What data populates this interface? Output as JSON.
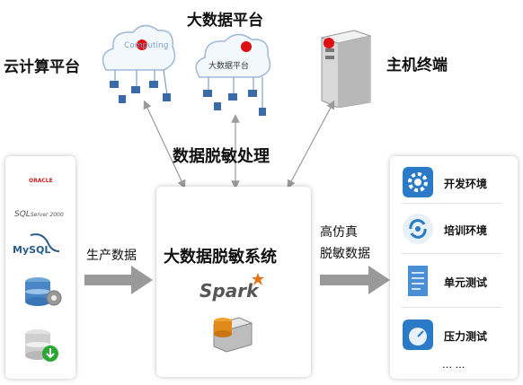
{
  "labels": {
    "cloud_platform": "云计算平台",
    "bigdata_platform": "大数据平台",
    "bigdata_platform_inner": "大数据平台",
    "cloud_inner": "Computing",
    "host_terminal": "主机终端",
    "masking_process": "数据脱敏处理",
    "production_data": "生产数据",
    "masking_system": "大数据脱敏系统",
    "high_fidelity": "高仿真",
    "masked_data": "脱敏数据"
  },
  "logos": {
    "oracle": "ORACLE",
    "sqlserver_sql": "SQL",
    "sqlserver_name": "Server 2000",
    "mysql": "MySQL",
    "spark": "Spark"
  },
  "environments": [
    {
      "label": "开发环境",
      "icon": "gear-icon"
    },
    {
      "label": "培训环境",
      "icon": "refresh-icon"
    },
    {
      "label": "单元测试",
      "icon": "document-icon"
    },
    {
      "label": "压力测试",
      "icon": "gauge-icon"
    }
  ],
  "more": "… …",
  "colors": {
    "arrow_gray": "#999999",
    "connector_gray": "#9a9a9a",
    "red_dot": "#dd1111",
    "icon_blue": "#2a7ac8"
  }
}
